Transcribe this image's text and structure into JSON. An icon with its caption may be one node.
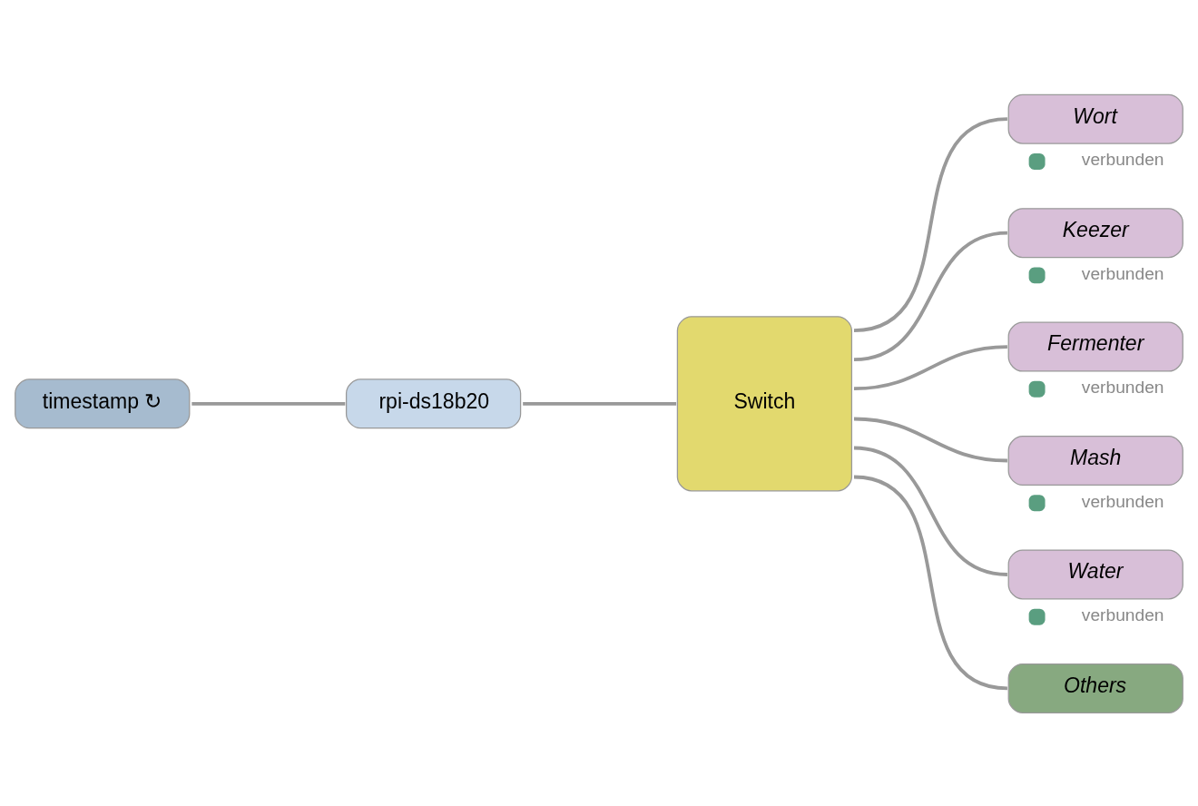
{
  "diagram": {
    "nodes": [
      {
        "text": [
          "timestamp ↻"
        ]
      },
      {
        "text": [
          "rpi-ds18b20"
        ]
      },
      {
        "text": [
          "Switch"
        ]
      },
      {
        "text": [
          "Wort"
        ],
        "beside": [
          "verbunden"
        ]
      },
      {
        "text": [
          "Keezer"
        ],
        "beside": [
          "verbunden"
        ]
      },
      {
        "text": [
          "Fermenter"
        ],
        "beside": [
          "verbunden"
        ]
      },
      {
        "text": [
          "Mash"
        ],
        "beside": [
          "verbunden"
        ]
      },
      {
        "text": [
          "Water"
        ],
        "beside": [
          "verbunden"
        ]
      },
      {
        "text": [
          "Others"
        ]
      }
    ],
    "edges": [
      {
        "from": 0,
        "to": 1,
        "arrow": "none"
      },
      {
        "from": 1,
        "to": 2,
        "arrow": "none"
      },
      {
        "from": 2,
        "to": 3,
        "arrow": "none"
      },
      {
        "from": 2,
        "to": 4,
        "arrow": "none"
      },
      {
        "from": 2,
        "to": 5,
        "arrow": "none"
      },
      {
        "from": 2,
        "to": 6,
        "arrow": "none"
      },
      {
        "from": 2,
        "to": 7,
        "arrow": "none"
      },
      {
        "from": 2,
        "to": 8,
        "arrow": "none"
      }
    ]
  }
}
